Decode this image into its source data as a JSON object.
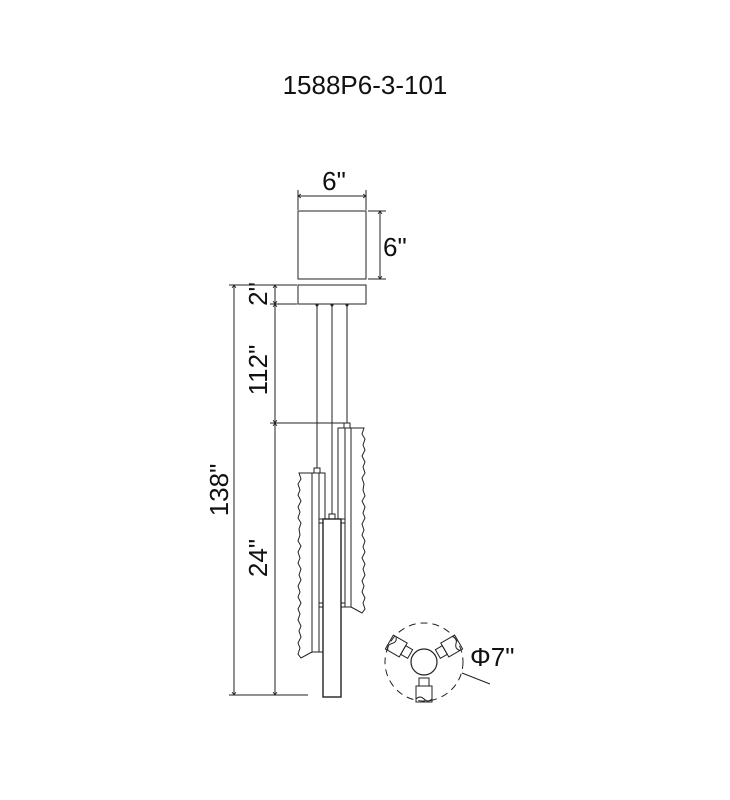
{
  "title": "1588P6-3-101",
  "dimensions": {
    "canopy_width": "6\"",
    "canopy_height": "6\"",
    "plate_height": "2\"",
    "cable_length": "112\"",
    "fixture_height": "24\"",
    "overall_height": "138\"",
    "diameter": "Φ7\""
  },
  "colors": {
    "line": "#222222",
    "background": "#ffffff"
  }
}
